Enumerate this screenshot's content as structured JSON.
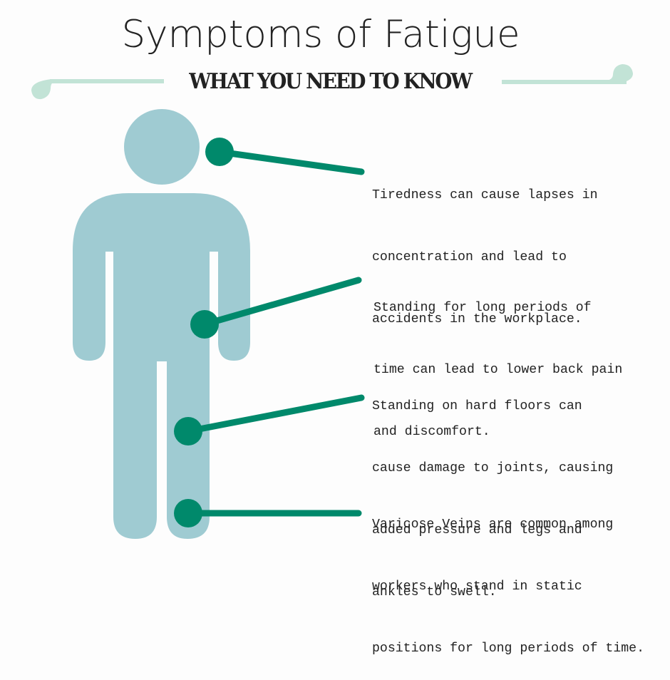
{
  "header": {
    "title": "Symptoms of Fatigue",
    "subtitle": "WHAT YOU NEED TO KNOW"
  },
  "colors": {
    "figure": "#9fcbd2",
    "pointer": "#00896b",
    "accent_line": "#c2e3d6",
    "text": "#222222"
  },
  "symptoms": [
    {
      "body_part": "head",
      "lines": [
        "Tiredness can cause lapses in",
        "concentration and lead to",
        "accidents in the workplace."
      ]
    },
    {
      "body_part": "lower-back",
      "lines": [
        "Standing for long periods of",
        "time can lead to lower back pain",
        "and discomfort."
      ]
    },
    {
      "body_part": "legs-joints",
      "lines": [
        "Standing on hard floors can",
        "cause damage to joints, causing",
        "added pressure and legs and",
        "ankles to swell."
      ]
    },
    {
      "body_part": "lower-legs-veins",
      "lines": [
        "Varicose Veins are common among",
        "workers who stand in static",
        "positions for long periods of time."
      ]
    }
  ]
}
